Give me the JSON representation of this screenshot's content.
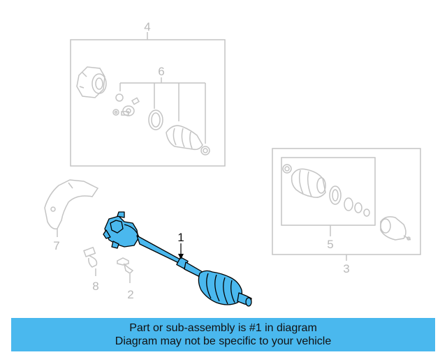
{
  "callouts": {
    "c1": "1",
    "c2": "2",
    "c3": "3",
    "c4": "4",
    "c5": "5",
    "c6": "6",
    "c7": "7",
    "c8": "8"
  },
  "banner": {
    "line1": "Part or sub-assembly is #1 in diagram",
    "line2": "Diagram may not be specific to your vehicle"
  },
  "colors": {
    "highlight": "#4ab8ee",
    "faded_line": "#c4c4c4",
    "outline": "#000000"
  },
  "icons": [
    "axle-shaft-assembly",
    "cv-joint",
    "cv-boot",
    "boot-clamp",
    "hub-nut",
    "bolt",
    "heat-shield"
  ]
}
